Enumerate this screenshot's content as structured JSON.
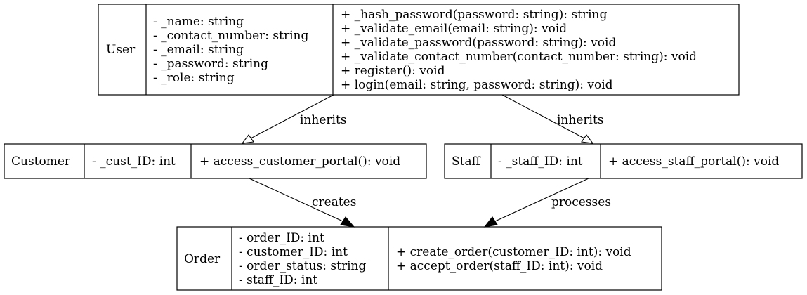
{
  "classes": {
    "user": {
      "name": "User",
      "attributes": [
        "- _name: string",
        "- _contact_number: string",
        "- _email: string",
        "- _password: string",
        "- _role: string"
      ],
      "methods": [
        "+ _hash_password(password: string): string",
        "+ _validate_email(email: string): void",
        "+ _validate_password(password: string): void",
        "+ _validate_contact_number(contact_number: string): void",
        "+ register(): void",
        "+ login(email: string, password: string): void"
      ]
    },
    "customer": {
      "name": "Customer",
      "attributes": [
        "- _cust_ID: int"
      ],
      "methods": [
        "+ access_customer_portal(): void"
      ]
    },
    "staff": {
      "name": "Staff",
      "attributes": [
        "- _staff_ID: int"
      ],
      "methods": [
        "+ access_staff_portal(): void"
      ]
    },
    "order": {
      "name": "Order",
      "attributes": [
        "- order_ID: int",
        "- customer_ID: int",
        "- order_status: string",
        "- staff_ID: int"
      ],
      "methods": [
        "+ create_order(customer_ID: int): void",
        "+ accept_order(staff_ID: int): void"
      ]
    }
  },
  "edges": {
    "customer_user": "inherits",
    "staff_user": "inherits",
    "customer_order": "creates",
    "staff_order": "processes"
  }
}
